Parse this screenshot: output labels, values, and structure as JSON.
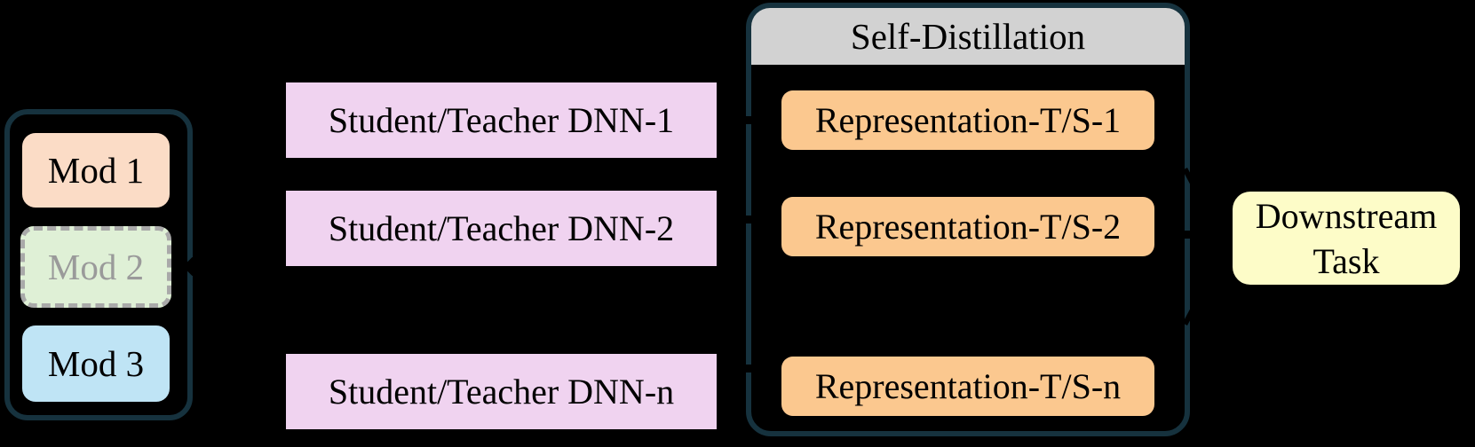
{
  "figure": {
    "background": "#000000",
    "outline_color": "#16323E"
  },
  "modality_panel": {
    "boxes": [
      {
        "label": "Mod 1",
        "fill": "#FBDCC6",
        "border": "solid"
      },
      {
        "label": "Mod 2",
        "fill": "#DFF0D6",
        "border": "dashed",
        "border_color": "#A9A9A9",
        "text_color": "#9A9A9A"
      },
      {
        "label": "Mod 3",
        "fill": "#BFE4F5",
        "border": "solid"
      }
    ]
  },
  "dnn_column": {
    "fill": "#F0D3F0",
    "boxes": [
      {
        "label": "Student/Teacher DNN-1"
      },
      {
        "label": "Student/Teacher DNN-2"
      },
      {
        "label": "Student/Teacher DNN-n"
      }
    ]
  },
  "self_distillation": {
    "title": "Self-Distillation",
    "header_fill": "#D2D2D2",
    "item_fill": "#FBC88F",
    "boxes": [
      {
        "label": "Representation-T/S-1"
      },
      {
        "label": "Representation-T/S-2"
      },
      {
        "label": "Representation-T/S-n"
      }
    ]
  },
  "downstream": {
    "label": "Downstream Task",
    "fill": "#FDFCC8"
  }
}
